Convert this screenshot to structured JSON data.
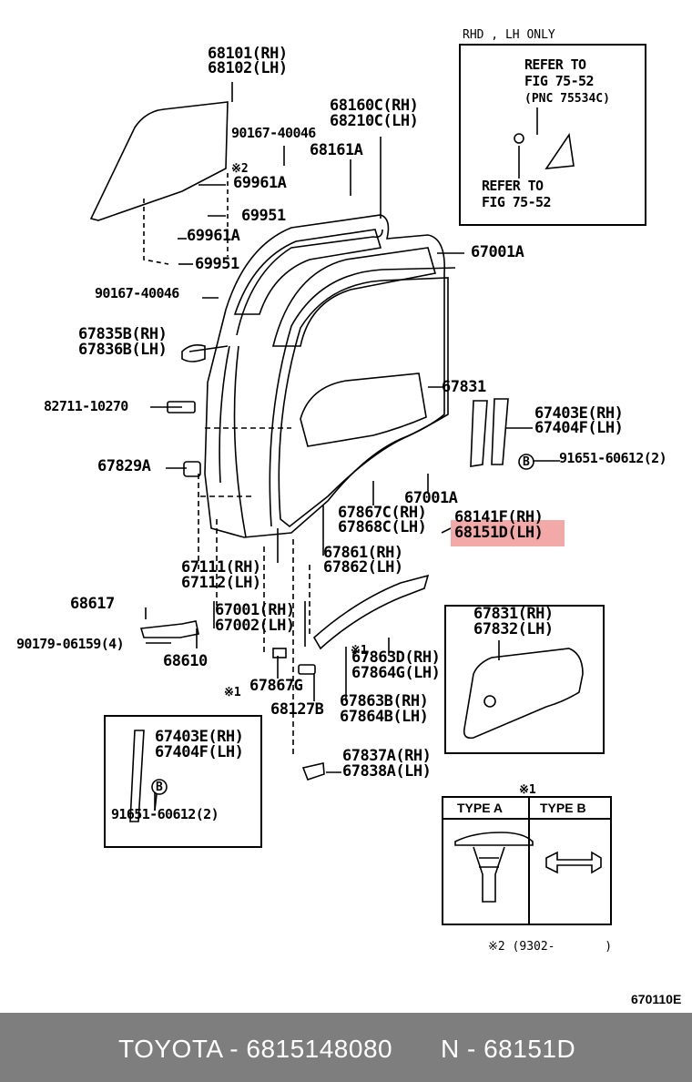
{
  "labels": {
    "l68101": "68101(RH)",
    "l68102": "68102(LH)",
    "l90167a": "90167-40046",
    "l68160": "68160C(RH)",
    "l68210": "68210C(LH)",
    "l68161": "68161A",
    "mark2": "※2",
    "l69961a": "69961A",
    "l69951a": "69951",
    "l69961b": "69961A",
    "l69951b": "69951",
    "l67001a": "67001A",
    "l90167b": "90167-40046",
    "l67835": "67835B(RH)",
    "l67836": "67836B(LH)",
    "l82711": "82711-10270",
    "l67831": "67831",
    "l67403a": "67403E(RH)",
    "l67404a": "67404F(LH)",
    "l91651a": "91651-60612(2)",
    "l67829": "67829A",
    "l67001b": "67001A",
    "l67867c": "67867C(RH)",
    "l67868c": "67868C(LH)",
    "l68141": "68141F(RH)",
    "l68151": "68151D(LH)",
    "l67861": "67861(RH)",
    "l67862": "67862(LH)",
    "l67111": "67111(RH)",
    "l67112": "67112(LH)",
    "l68617": "68617",
    "l67001c": "67001(RH)",
    "l67002": "67002(LH)",
    "l90179": "90179-06159(4)",
    "l68610": "68610",
    "mark1a": "※1",
    "l67863d": "67863D(RH)",
    "l67864g": "67864G(LH)",
    "mark1b": "※1",
    "l67867g": "67867G",
    "l68127": "68127B",
    "l67863b": "67863B(RH)",
    "l67864b": "67864B(LH)",
    "l67831rh": "67831(RH)",
    "l67832": "67832(LH)",
    "l67403b": "67403E(RH)",
    "l67404b": "67404F(LH)",
    "l91651b": "91651-60612(2)",
    "l67837": "67837A(RH)",
    "l67838": "67838A(LH)",
    "mark1c": "※1",
    "note2": "※2 (9302-       )",
    "b_circle": "B"
  },
  "inset": {
    "header": "RHD , LH ONLY",
    "refer1": "REFER TO",
    "fig1": "FIG 75-52",
    "pnc": "(PNC 75534C)",
    "refer2": "REFER TO",
    "fig2": "FIG 75-52"
  },
  "types": {
    "type_a": "TYPE  A",
    "type_b": "TYPE  B"
  },
  "diagram_code": "670110E",
  "footer": {
    "part": "TOYOTA - 6815148080",
    "ref": "N - 68151D"
  },
  "colors": {
    "highlight": "#f29a9a",
    "footer_bg": "#7e7e7e"
  }
}
